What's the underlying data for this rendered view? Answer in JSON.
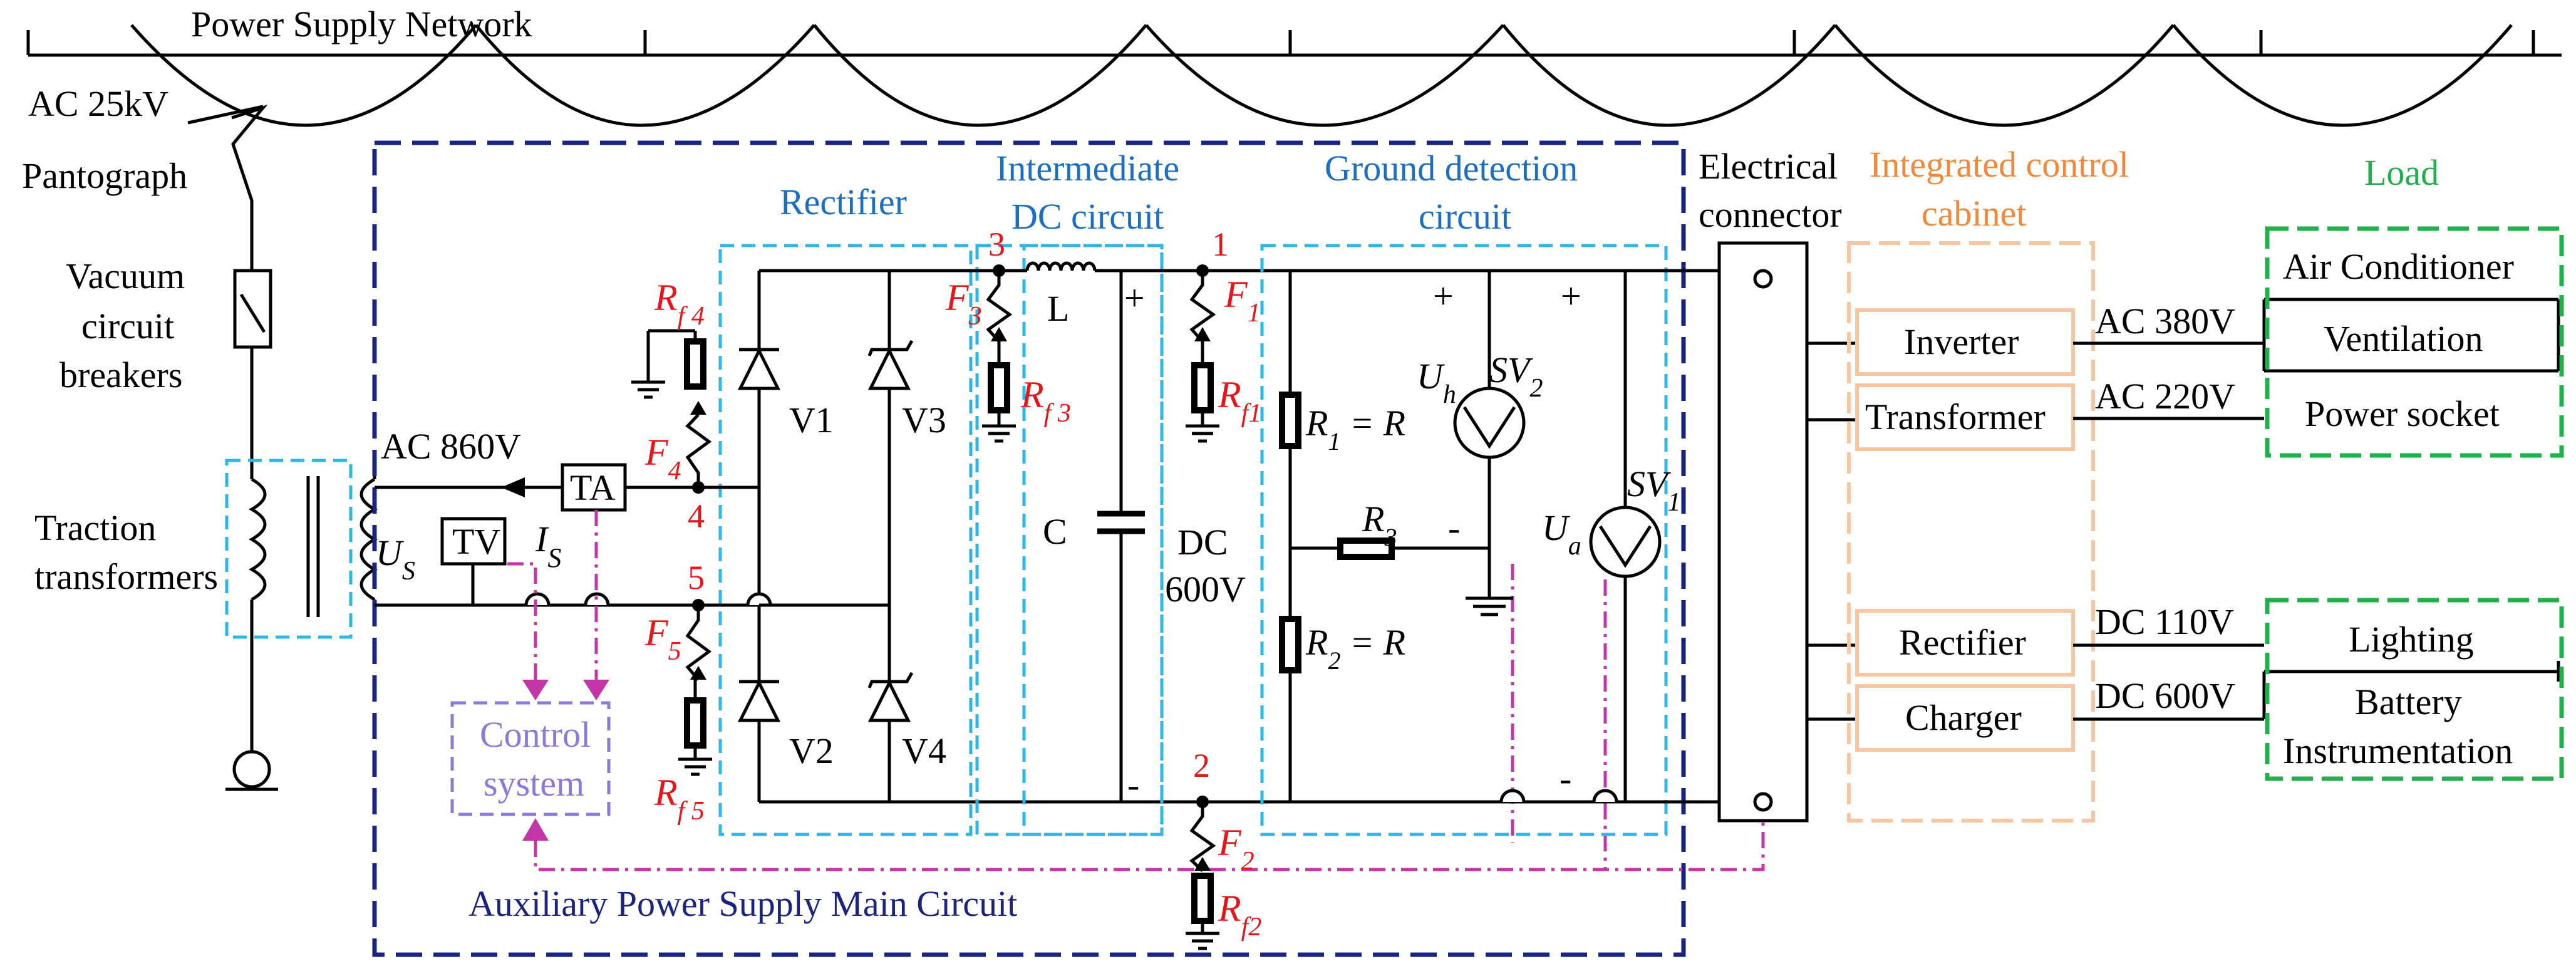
{
  "labels": {
    "network": "Power Supply Network",
    "ac25": "AC 25kV",
    "pantograph": "Pantograph",
    "vcb": [
      "Vacuum",
      "circuit",
      "breakers"
    ],
    "traction": [
      "Traction",
      "transformers"
    ],
    "us_main": "U",
    "us_sub": "S",
    "ac860": "AC 860V",
    "is_main": "I",
    "is_sub": "S",
    "tv": "TV",
    "ta": "TA",
    "control": [
      "Control",
      "system"
    ],
    "main_circuit": "Auxiliary Power Supply Main Circuit",
    "rectifier_section": "Rectifier",
    "intermediate": [
      "Intermediate",
      "DC circuit"
    ],
    "ground": [
      "Ground detection",
      "circuit"
    ],
    "connector": [
      "Electrical",
      "connector"
    ],
    "cabinet": [
      "Integrated control",
      "cabinet"
    ],
    "load": "Load",
    "v1": "V1",
    "v2": "V2",
    "v3": "V3",
    "v4": "V4",
    "L": "L",
    "C": "C",
    "dc600": [
      "DC",
      "600V"
    ],
    "plus": "+",
    "minus": "-",
    "r1": "R",
    "r1_sub": "1",
    "r1_eq": " = R",
    "r2": "R",
    "r2_sub": "2",
    "r2_eq": " = R",
    "r3": "R",
    "r3_sub": "3",
    "uh": "U",
    "uh_sub": "h",
    "ua": "U",
    "ua_sub": "a",
    "sv": "SV",
    "sv2_sub": "2",
    "sv1_sub": "1",
    "nodes": [
      "1",
      "2",
      "3",
      "4",
      "5"
    ],
    "F": "F",
    "Rf": "R",
    "Rf_sub": "f",
    "fault_idx": [
      "1",
      "2",
      "3",
      "4",
      "5"
    ],
    "inverter": "Inverter",
    "transformer_box": "Transformer",
    "rectifier_box": "Rectifier",
    "charger": "Charger",
    "ac380": "AC 380V",
    "ac220": "AC 220V",
    "dc110": "DC 110V",
    "dc600v": "DC 600V",
    "air": "Air Conditioner",
    "vent": "Ventilation",
    "socket": "Power socket",
    "lighting": "Lighting",
    "battery": [
      "Battery",
      "Instrumentation"
    ]
  },
  "colors": {
    "wire": "#000000",
    "cyan_dash": "#2cb7e6",
    "navy_dash": "#1a237e",
    "orange": "#f4883a",
    "orange_box": "#f7c6a0",
    "green": "#1fb24a",
    "blue_text": "#1b6ec2",
    "red": "#e8141a",
    "magenta": "#c236a8",
    "purple": "#8e78d8"
  }
}
